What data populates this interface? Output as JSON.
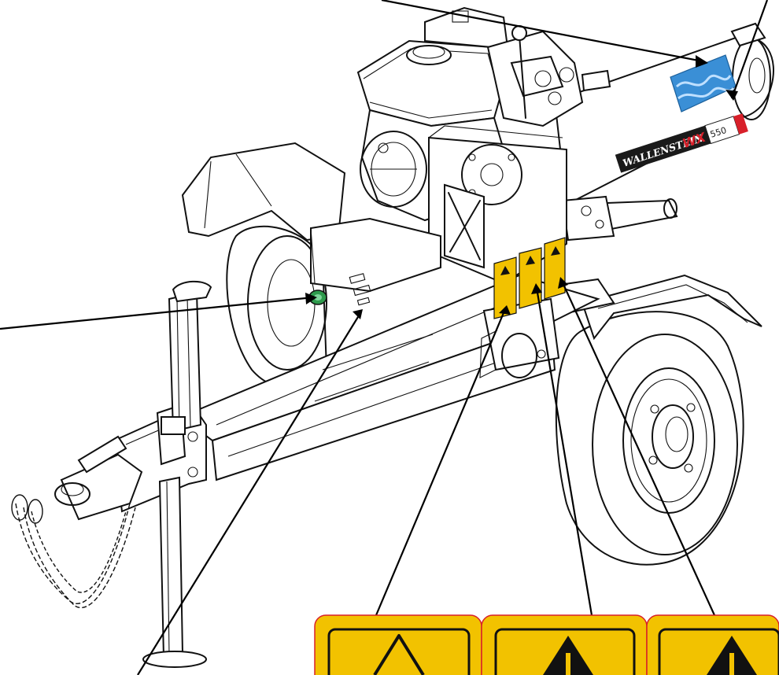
{
  "brand_decal": "WALLENSTEIN",
  "model_badge": "WX",
  "model_number": "550",
  "colors": {
    "line": "#111111",
    "decal_blue": "#3a8fd6",
    "decal_yellow": "#f2c200",
    "decal_red": "#d8202a",
    "fitting_green": "#2e9a4c"
  },
  "icons": [
    "warning-triangle-icon",
    "warning-triangle-icon",
    "warning-triangle-icon"
  ]
}
